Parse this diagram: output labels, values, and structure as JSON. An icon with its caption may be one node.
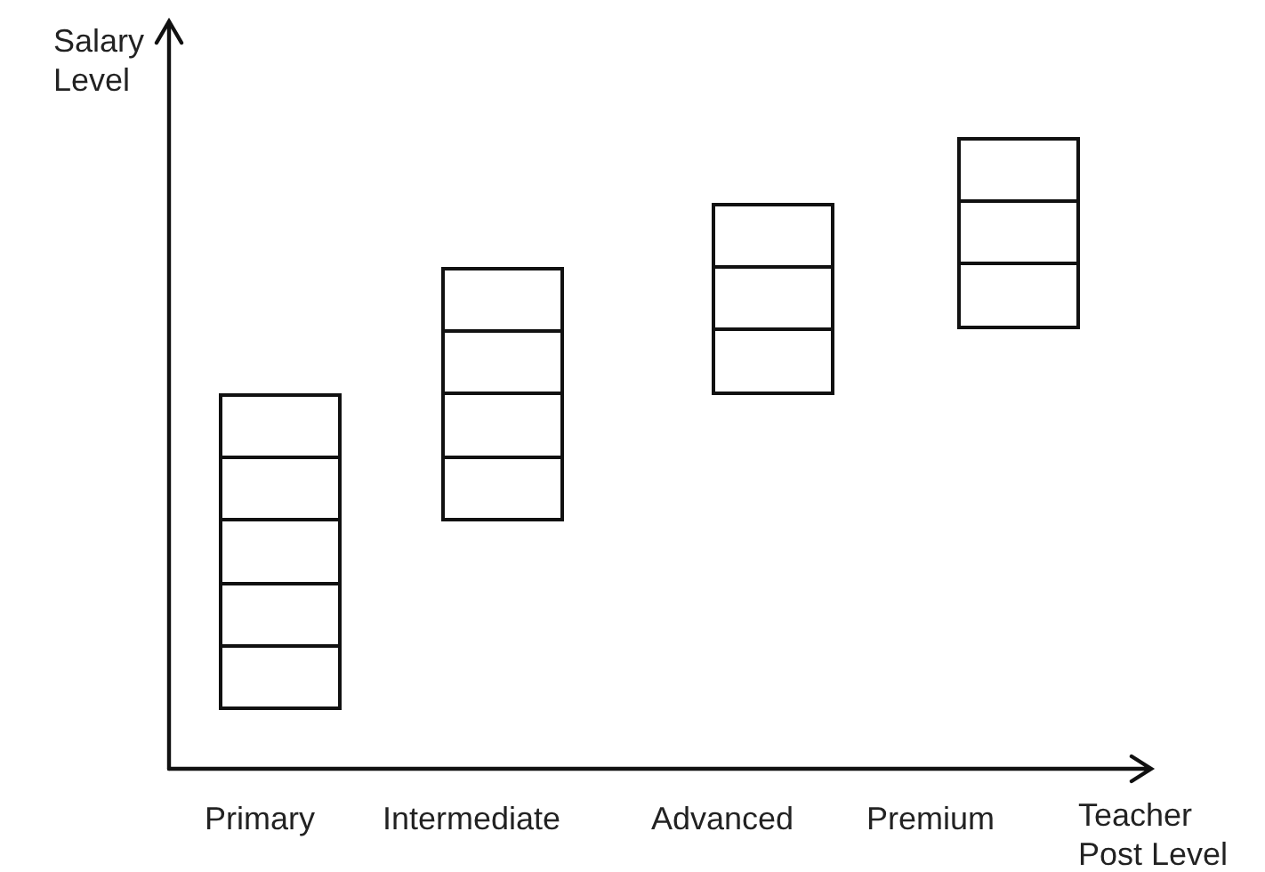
{
  "diagram": {
    "nodes": [
      {
        "text": [],
        "shape": "box"
      },
      {
        "text": [],
        "shape": "box"
      },
      {
        "text": [],
        "shape": "box"
      },
      {
        "text": [],
        "shape": "box"
      },
      {
        "text": [],
        "shape": "box"
      },
      {
        "text": [],
        "shape": "box"
      },
      {
        "text": [],
        "shape": "box"
      },
      {
        "text": [],
        "shape": "box"
      },
      {
        "text": [],
        "shape": "box"
      },
      {
        "text": [],
        "shape": "box"
      },
      {
        "text": [],
        "shape": "box"
      },
      {
        "text": [],
        "shape": "box"
      },
      {
        "text": [],
        "shape": "box"
      },
      {
        "text": [],
        "shape": "box"
      },
      {
        "text": [],
        "shape": "box"
      }
    ],
    "labels": [
      "Salary Level",
      "Primary",
      "Intermediate",
      "Advanced",
      "Premium",
      "Teacher Post Level"
    ]
  }
}
